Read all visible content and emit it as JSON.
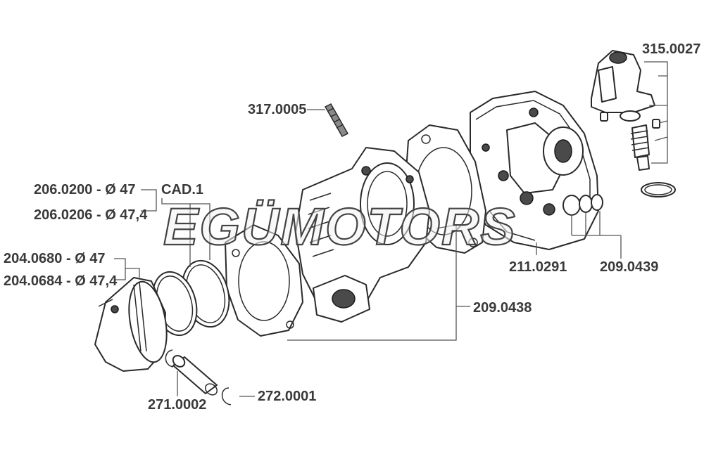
{
  "labels": {
    "valve_assembly": "315.0027",
    "pin_317": "317.0005",
    "rings_206_a": "206.0200 - Ø 47",
    "rings_206_b": "206.0206 - Ø 47,4",
    "cad": "CAD.1",
    "piston_204_a": "204.0680 - Ø 47",
    "piston_204_b": "204.0684 - Ø 47,4",
    "head_211": "211.0291",
    "orings_209_0439": "209.0439",
    "gasket_209_0438": "209.0438",
    "pin_271": "271.0002",
    "clip_272": "272.0001"
  },
  "watermark": "EGÜMOTORS"
}
